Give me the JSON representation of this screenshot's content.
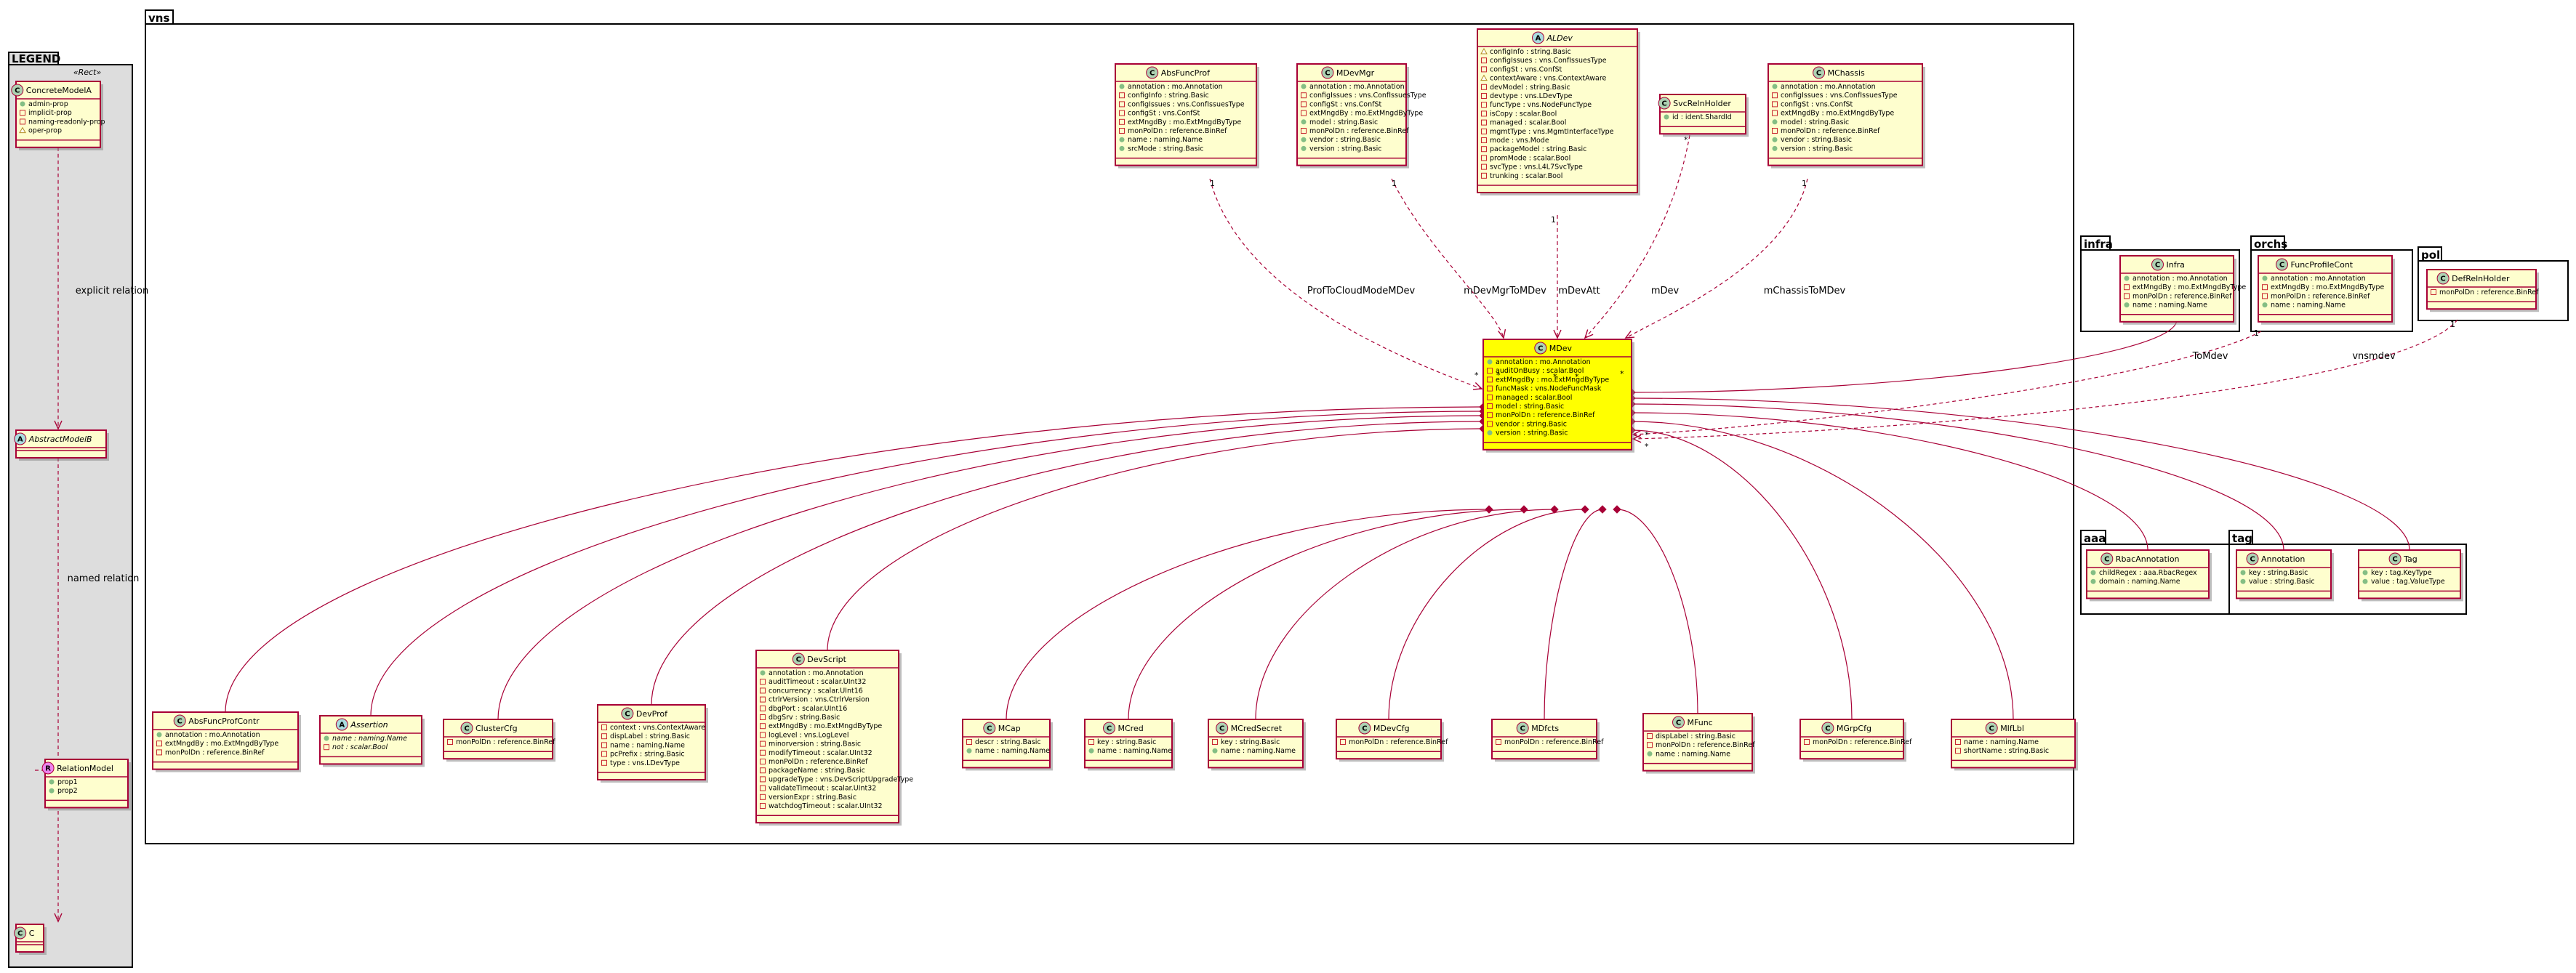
{
  "legend": {
    "title": "LEGEND",
    "stereotype": "«Rect»",
    "classes": {
      "concrete": {
        "name": "ConcreteModelA",
        "attrs": [
          "admin-prop",
          "implicit-prop",
          "naming-readonly-prop",
          "oper-prop"
        ]
      },
      "abstract": {
        "name": "AbstractModelB"
      },
      "relation": {
        "name": "RelationModel",
        "attrs": [
          "prop1",
          "prop2"
        ]
      },
      "c": {
        "name": "C"
      }
    },
    "relations": {
      "explicit": "explicit relation",
      "named": "named relation"
    }
  },
  "packages": {
    "vns": "vns",
    "infra": "infra",
    "orchs": "orchs",
    "pol": "pol",
    "aaa": "aaa",
    "tag": "tag"
  },
  "classes": {
    "absfuncprof": {
      "name": "AbsFuncProf",
      "attrs": [
        "annotation : mo.Annotation",
        "configInfo : string.Basic",
        "configIssues : vns.ConfIssuesType",
        "configSt : vns.ConfSt",
        "extMngdBy : mo.ExtMngdByType",
        "monPolDn : reference.BinRef",
        "name : naming.Name",
        "srcMode : string.Basic"
      ]
    },
    "mdevmgr": {
      "name": "MDevMgr",
      "attrs": [
        "annotation : mo.Annotation",
        "configIssues : vns.ConfIssuesType",
        "configSt : vns.ConfSt",
        "extMngdBy : mo.ExtMngdByType",
        "model : string.Basic",
        "monPolDn : reference.BinRef",
        "vendor : string.Basic",
        "version : string.Basic"
      ]
    },
    "aldev": {
      "name": "ALDev",
      "attrs": [
        "configInfo : string.Basic",
        "configIssues : vns.ConfIssuesType",
        "configSt : vns.ConfSt",
        "contextAware : vns.ContextAware",
        "devModel : string.Basic",
        "devtype : vns.LDevType",
        "funcType : vns.NodeFuncType",
        "isCopy : scalar.Bool",
        "managed : scalar.Bool",
        "mgmtType : vns.MgmtInterfaceType",
        "mode : vns.Mode",
        "packageModel : string.Basic",
        "promMode : scalar.Bool",
        "svcType : vns.L4L7SvcType",
        "trunking : scalar.Bool"
      ]
    },
    "svcrelnholder": {
      "name": "SvcRelnHolder",
      "attrs": [
        "id : ident.ShardId"
      ]
    },
    "mchassis": {
      "name": "MChassis",
      "attrs": [
        "annotation : mo.Annotation",
        "configIssues : vns.ConfIssuesType",
        "configSt : vns.ConfSt",
        "extMngdBy : mo.ExtMngdByType",
        "model : string.Basic",
        "monPolDn : reference.BinRef",
        "vendor : string.Basic",
        "version : string.Basic"
      ]
    },
    "mdev": {
      "name": "MDev",
      "attrs": [
        "annotation : mo.Annotation",
        "auditOnBusy : scalar.Bool",
        "extMngdBy : mo.ExtMngdByType",
        "funcMask : vns.NodeFuncMask",
        "managed : scalar.Bool",
        "model : string.Basic",
        "monPolDn : reference.BinRef",
        "vendor : string.Basic",
        "version : string.Basic"
      ]
    },
    "infra": {
      "name": "Infra",
      "attrs": [
        "annotation : mo.Annotation",
        "extMngdBy : mo.ExtMngdByType",
        "monPolDn : reference.BinRef",
        "name : naming.Name"
      ]
    },
    "funcprofilecont": {
      "name": "FuncProfileCont",
      "attrs": [
        "annotation : mo.Annotation",
        "extMngdBy : mo.ExtMngdByType",
        "monPolDn : reference.BinRef",
        "name : naming.Name"
      ]
    },
    "defrelnholder": {
      "name": "DefRelnHolder",
      "attrs": [
        "monPolDn : reference.BinRef"
      ]
    },
    "rbacannotation": {
      "name": "RbacAnnotation",
      "attrs": [
        "childRegex : aaa.RbacRegex",
        "domain : naming.Name"
      ]
    },
    "annotation": {
      "name": "Annotation",
      "attrs": [
        "key : string.Basic",
        "value : string.Basic"
      ]
    },
    "tag": {
      "name": "Tag",
      "attrs": [
        "key : tag.KeyType",
        "value : tag.ValueType"
      ]
    },
    "absfuncprofcontr": {
      "name": "AbsFuncProfContr",
      "attrs": [
        "annotation : mo.Annotation",
        "extMngdBy : mo.ExtMngdByType",
        "monPolDn : reference.BinRef"
      ]
    },
    "assertion": {
      "name": "Assertion",
      "attrs": [
        "name : naming.Name",
        "not : scalar.Bool"
      ]
    },
    "clustercfg": {
      "name": "ClusterCfg",
      "attrs": [
        "monPolDn : reference.BinRef"
      ]
    },
    "devprof": {
      "name": "DevProf",
      "attrs": [
        "context : vns.ContextAware",
        "dispLabel : string.Basic",
        "name : naming.Name",
        "pcPrefix : string.Basic",
        "type : vns.LDevType"
      ]
    },
    "devscript": {
      "name": "DevScript",
      "attrs": [
        "annotation : mo.Annotation",
        "auditTimeout : scalar.UInt32",
        "concurrency : scalar.UInt16",
        "ctrlrVersion : vns.CtrlrVersion",
        "dbgPort : scalar.UInt16",
        "dbgSrv : string.Basic",
        "extMngdBy : mo.ExtMngdByType",
        "logLevel : vns.LogLevel",
        "minorversion : string.Basic",
        "modifyTimeout : scalar.UInt32",
        "monPolDn : reference.BinRef",
        "packageName : string.Basic",
        "upgradeType : vns.DevScriptUpgradeType",
        "validateTimeout : scalar.UInt32",
        "versionExpr : string.Basic",
        "watchdogTimeout : scalar.UInt32"
      ]
    },
    "mcap": {
      "name": "MCap",
      "attrs": [
        "descr : string.Basic",
        "name : naming.Name"
      ]
    },
    "mcred": {
      "name": "MCred",
      "attrs": [
        "key : string.Basic",
        "name : naming.Name"
      ]
    },
    "mcredsecret": {
      "name": "MCredSecret",
      "attrs": [
        "key : string.Basic",
        "name : naming.Name"
      ]
    },
    "mdevcfg": {
      "name": "MDevCfg",
      "attrs": [
        "monPolDn : reference.BinRef"
      ]
    },
    "mdfcts": {
      "name": "MDfcts",
      "attrs": [
        "monPolDn : reference.BinRef"
      ]
    },
    "mfunc": {
      "name": "MFunc",
      "attrs": [
        "dispLabel : string.Basic",
        "monPolDn : reference.BinRef",
        "name : naming.Name"
      ]
    },
    "mgrpcfg": {
      "name": "MGrpCfg",
      "attrs": [
        "monPolDn : reference.BinRef"
      ]
    },
    "mifLbl": {
      "name": "MIfLbl",
      "attrs": [
        "name : naming.Name",
        "shortName : string.Basic"
      ]
    }
  },
  "relations": {
    "r1": {
      "label": "ProfToCloudModeMDev",
      "from_mult": "1",
      "to_mult": "*"
    },
    "r2": {
      "label": "mDevMgrToMDev",
      "from_mult": "1",
      "to_mult": "*"
    },
    "r3": {
      "label": "mDevAtt",
      "from_mult": "1",
      "to_mult": "*"
    },
    "r4": {
      "label": "mDev",
      "from_mult": "*",
      "to_mult": "*"
    },
    "r5": {
      "label": "mChassisToMDev",
      "from_mult": "1",
      "to_mult": "*"
    },
    "r6": {
      "label": "ToMdev",
      "from_mult": "1",
      "to_mult": "*"
    },
    "r7": {
      "label": "vnsmdev",
      "from_mult": "1",
      "to_mult": "*"
    }
  },
  "colors": {
    "class_fill": "#fefece",
    "class_border": "#a80036",
    "highlight_fill": "#ffff00",
    "legend_bg": "#dddddd"
  }
}
